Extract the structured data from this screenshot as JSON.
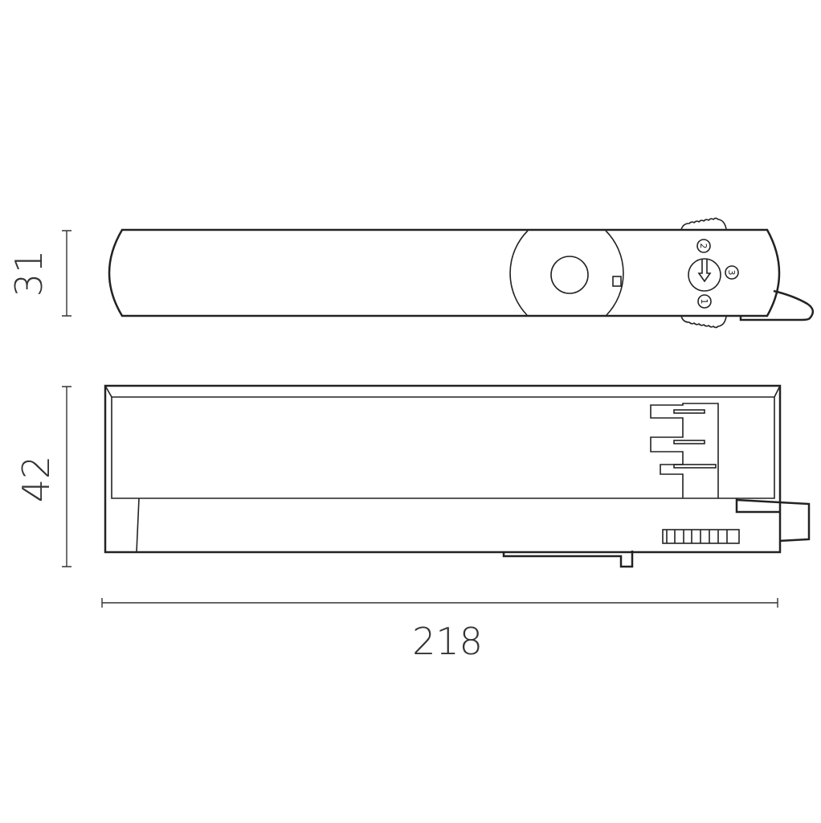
{
  "dimensions": {
    "height_top_view": "31",
    "height_front_view": "42",
    "length": "218"
  },
  "dial_positions": {
    "pos1": "1",
    "pos2": "2",
    "pos3": "3"
  },
  "line_color": "#222222"
}
